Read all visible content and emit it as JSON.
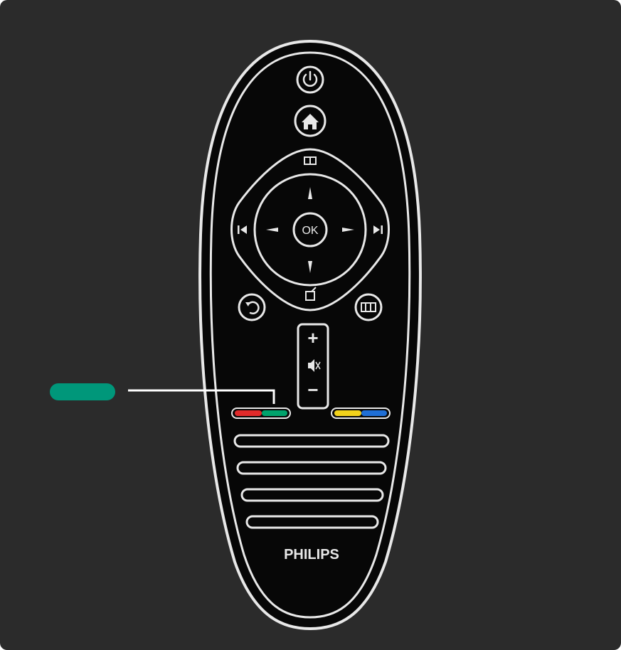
{
  "remote": {
    "brand": "PHILIPS",
    "ok_label": "OK",
    "buttons": {
      "power": "power-icon",
      "home": "home-icon",
      "guide": "book-icon",
      "options": "options-icon",
      "back": "back-icon",
      "adjust": "adjust-icon",
      "volume_up": "+",
      "volume_down": "−",
      "mute": "mute-icon",
      "prev": "skip-previous-icon",
      "next": "skip-next-icon"
    },
    "color_keys": [
      "#e02a2a",
      "#00a36c",
      "#f2d21b",
      "#1f6fd6"
    ]
  },
  "callout": {
    "highlight_color": "#00977a",
    "target": "green-color-key"
  },
  "colors": {
    "background": "#2b2b2b",
    "outline": "#e8e8e8",
    "remote_body": "#070707"
  }
}
